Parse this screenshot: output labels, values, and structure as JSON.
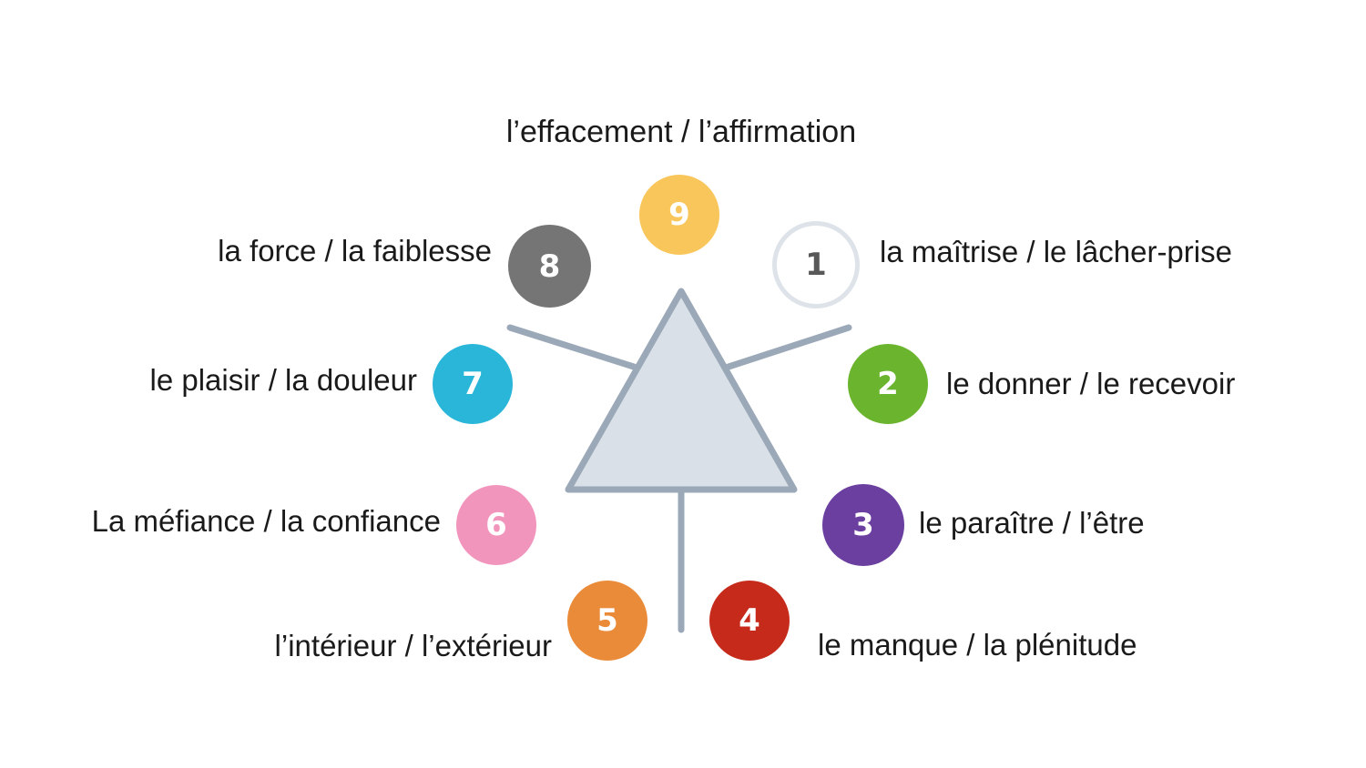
{
  "diagram": {
    "type": "radial-node-diagram",
    "title": "l’effacement / l’affirmation",
    "center_shape": "triangle",
    "center_shape_fill": "#dae0e8",
    "center_shape_stroke": "#9aa8b8",
    "connector_color": "#9aa8b8",
    "background": "#ffffff",
    "text_color": "#1a1a1a",
    "nodes": [
      {
        "number": "1",
        "label": "la maîtrise / le lâcher-prise",
        "color": "#ffffff",
        "border_color": "#dde3e8",
        "number_color": "#585858",
        "style": "hollow",
        "side": "right"
      },
      {
        "number": "2",
        "label": "le donner / le recevoir",
        "color": "#6ab42e",
        "number_color": "#ffffff",
        "style": "filled",
        "side": "right"
      },
      {
        "number": "3",
        "label": "le paraître / l’être",
        "color": "#6b3fa0",
        "number_color": "#ffffff",
        "style": "filled",
        "side": "right"
      },
      {
        "number": "4",
        "label": "le manque / la plénitude",
        "color": "#c62a1b",
        "number_color": "#ffffff",
        "style": "filled",
        "side": "right"
      },
      {
        "number": "5",
        "label": "l’intérieur / l’extérieur",
        "color": "#ea8b39",
        "number_color": "#ffffff",
        "style": "filled",
        "side": "left"
      },
      {
        "number": "6",
        "label": "La méfiance / la confiance",
        "color": "#f295bd",
        "number_color": "#ffffff",
        "style": "filled",
        "side": "left"
      },
      {
        "number": "7",
        "label": "le plaisir / la douleur",
        "color": "#29b6d8",
        "number_color": "#ffffff",
        "style": "filled",
        "side": "left"
      },
      {
        "number": "8",
        "label": "la force / la faiblesse",
        "color": "#757575",
        "number_color": "#ffffff",
        "style": "filled",
        "side": "left"
      },
      {
        "number": "9",
        "label": "l’effacement / l’affirmation",
        "color": "#f8c65a",
        "number_color": "#ffffff",
        "style": "filled",
        "side": "top"
      }
    ]
  }
}
